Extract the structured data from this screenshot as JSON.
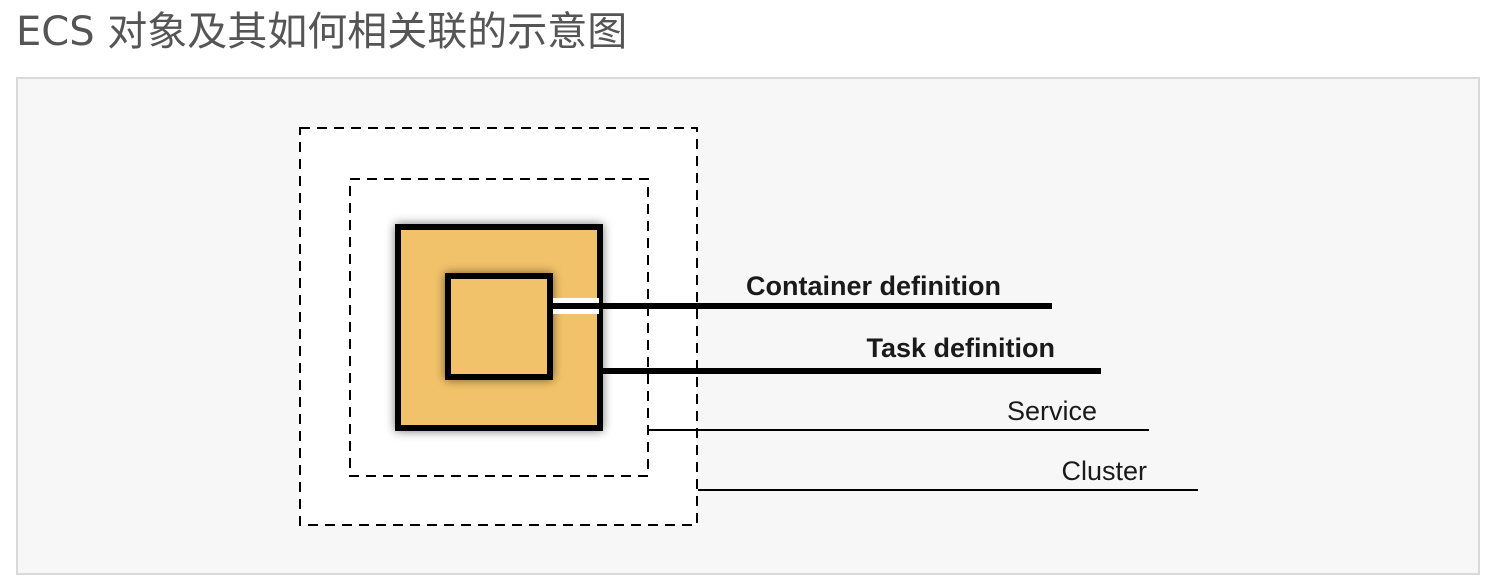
{
  "page": {
    "title": "ECS 对象及其如何相关联的示意图"
  },
  "diagram": {
    "colors": {
      "panel_background": "#f7f7f7",
      "box_fill": "#f2c26a",
      "stroke": "#000000"
    },
    "labels": {
      "container_definition": "Container definition",
      "task_definition": "Task definition",
      "service": "Service",
      "cluster": "Cluster"
    }
  }
}
